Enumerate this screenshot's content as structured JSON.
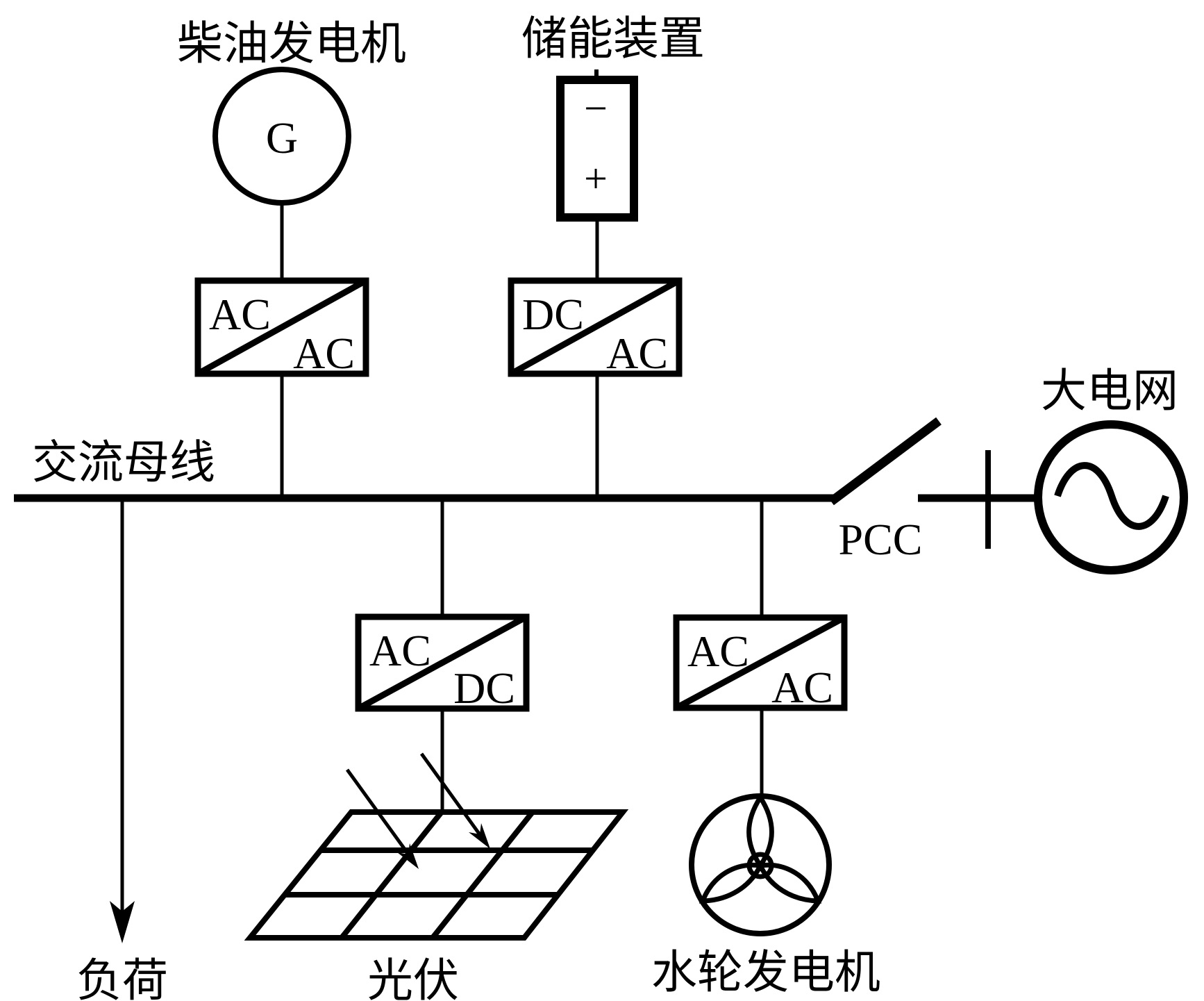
{
  "colors": {
    "ink": "#000000",
    "background": "#ffffff"
  },
  "bus": {
    "label": "交流母线"
  },
  "pcc": {
    "label": "PCC"
  },
  "grid": {
    "label": "大电网"
  },
  "diesel": {
    "label": "柴油发电机",
    "generator_symbol": "G",
    "converter": {
      "input": "AC",
      "output": "AC"
    }
  },
  "storage": {
    "label": "储能装置",
    "negative": "−",
    "positive": "+",
    "converter": {
      "input": "DC",
      "output": "AC"
    }
  },
  "pv": {
    "label": "光伏",
    "converter": {
      "input": "AC",
      "output": "DC"
    }
  },
  "hydro": {
    "label": "水轮发电机",
    "converter": {
      "input": "AC",
      "output": "AC"
    }
  },
  "load": {
    "label": "负荷"
  }
}
